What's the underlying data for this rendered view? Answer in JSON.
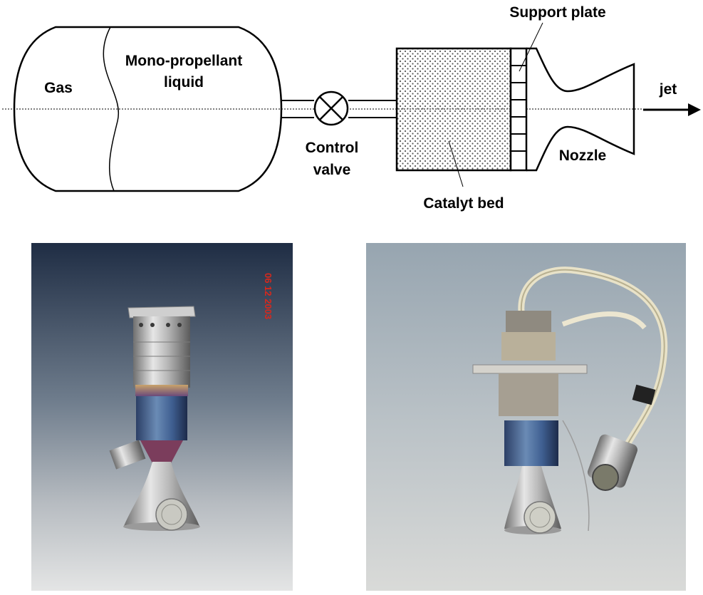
{
  "diagram": {
    "labels": {
      "gas": "Gas",
      "mono_line1": "Mono-propellant",
      "mono_line2": "liquid",
      "control_line1": "Control",
      "control_line2": "valve",
      "support_plate": "Support plate",
      "jet": "jet",
      "nozzle": "Nozzle",
      "catalyst_bed": "Catalyt bed"
    }
  },
  "photos": {
    "left": {
      "date_stamp": "06 12 2003"
    }
  },
  "colors": {
    "line": "#000000",
    "date_stamp": "#d8281c"
  }
}
